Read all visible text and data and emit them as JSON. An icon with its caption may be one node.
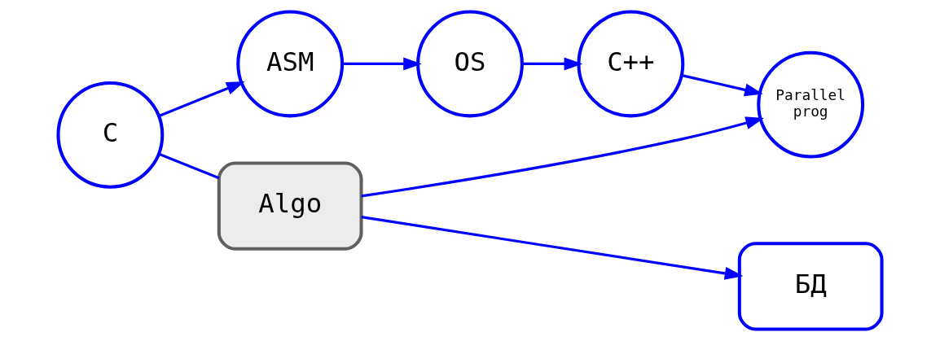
{
  "diagram": {
    "nodes": [
      {
        "text": [
          "C"
        ]
      },
      {
        "text": [
          "ASM"
        ]
      },
      {
        "text": [
          "OS"
        ]
      },
      {
        "text": [
          "C++"
        ]
      },
      {
        "text": [
          "Parallel prog"
        ]
      },
      {
        "text": [
          "Algo"
        ]
      },
      {
        "text": [
          "БД"
        ]
      }
    ],
    "edges": [
      {
        "from": 0,
        "to": 1,
        "arrow": "to"
      },
      {
        "from": 1,
        "to": 2,
        "arrow": "to"
      },
      {
        "from": 2,
        "to": 3,
        "arrow": "to"
      },
      {
        "from": 3,
        "to": 4,
        "arrow": "to"
      },
      {
        "from": 0,
        "to": 5,
        "arrow": "none"
      },
      {
        "from": 5,
        "to": 4,
        "arrow": "to"
      },
      {
        "from": 5,
        "to": 6,
        "arrow": "to"
      }
    ]
  }
}
